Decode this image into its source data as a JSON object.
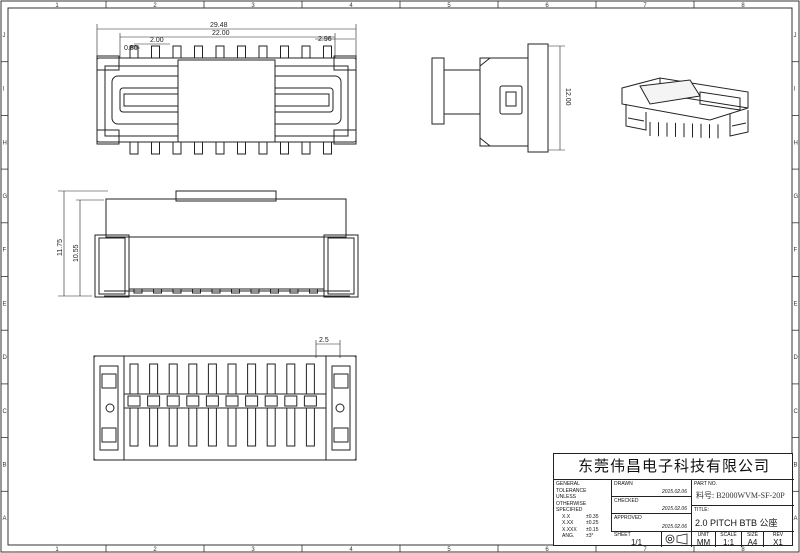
{
  "border": {
    "top_columns": [
      "1",
      "2",
      "3",
      "4",
      "5",
      "6",
      "7",
      "8"
    ],
    "rows_left": [
      "J",
      "I",
      "H",
      "G",
      "F",
      "E",
      "D",
      "C",
      "B",
      "A"
    ],
    "rows_right": [
      "J",
      "I",
      "H",
      "G",
      "F",
      "E",
      "D",
      "C",
      "B",
      "A"
    ]
  },
  "dimensions": {
    "overall_length": "29.48",
    "pin_span": "22.00",
    "pitch": "2.00",
    "pin_width": "0.80",
    "end_offset": "2.96",
    "depth": "12.00",
    "height_total": "11.75",
    "height_body": "10.55",
    "bottom_pitch": "2.5"
  },
  "title_block": {
    "company": "东莞伟昌电子科技有限公司",
    "tolerance_header": "GENERAL TOLERANCE",
    "unless": "UNLESS",
    "otherwise": "OTHERWISE SPECIFIED",
    "tolerances": [
      {
        "k": "X.X",
        "v": "±0.35"
      },
      {
        "k": "X.XX",
        "v": "±0.25"
      },
      {
        "k": "X.XXX",
        "v": "±0.15"
      },
      {
        "k": "ANG.",
        "v": "±3°"
      }
    ],
    "drawn_label": "DRAWN",
    "drawn_date": "2015.02.06",
    "checked_label": "CHECKED",
    "checked_date": "2015.02.06",
    "approved_label": "APPROVED",
    "approved_date": "2015.02.06",
    "part_no_label": "PART NO.",
    "part_no": "料号: B2000WVM-SF-20P",
    "title_label": "TITLE:",
    "title": "2.0 PITCH BTB 公座",
    "sheet_label": "SHEET",
    "sheet": "1/1",
    "unit_label": "UNIT",
    "unit": "MM",
    "scale_label": "SCALE",
    "scale": "1:1",
    "size_label": "SIZE",
    "size": "A4",
    "rev_label": "REV",
    "rev": "X1"
  }
}
